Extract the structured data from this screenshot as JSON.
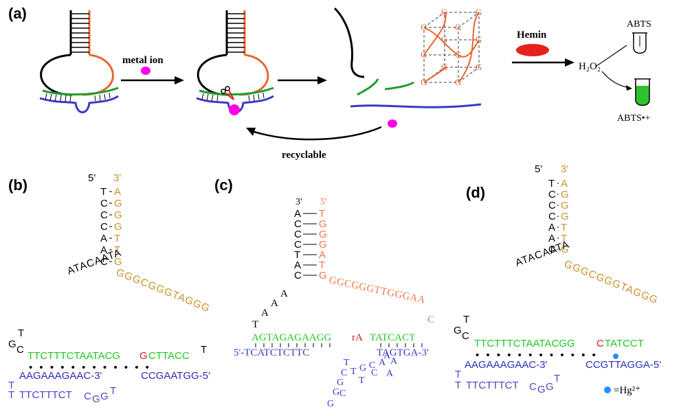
{
  "colors": {
    "black": "#000000",
    "orange_strand": "#e8652f",
    "green_strand": "#1e9e2e",
    "blue_strand": "#3b39c8",
    "magenta_ion": "#ff00e6",
    "hemin_red": "#e8201c",
    "gold_text": "#c8922a",
    "bright_green_text": "#22c722",
    "navy_text": "#2d2db8",
    "purple_text": "#5a3cc7",
    "hg_dot": "#1e90ff",
    "cleavage_red": "#d21f1f",
    "salmon_text": "#f07a4a"
  },
  "panel_a": {
    "label": "(a)",
    "metal_ion": "metal ion",
    "recyclable": "recyclable",
    "hemin": "Hemin",
    "h2o2": "H₂O₂",
    "abts": "ABTS",
    "abts_radical": "ABTS•+",
    "g": "G"
  },
  "panel_b": {
    "label": "(b)",
    "left_prime": "5'",
    "right_prime": "3'",
    "stem_left": [
      "T",
      "C",
      "C",
      "C",
      "A",
      "A",
      "C"
    ],
    "stem_right": [
      "A",
      "G",
      "G",
      "G",
      "T",
      "T",
      "G"
    ],
    "loop_left": "ATACAATA",
    "loop_right": "GGGCGGGTAGGG",
    "tg": [
      "T",
      "G",
      "C"
    ],
    "green_strand": "TTCTTTCTAATACG",
    "red_g": "G",
    "green_strand_end": "CTTACC",
    "t_end": "T",
    "blue_left": "AAGAAAGAAC-3'",
    "blue_right": "CCGAATGG-5'",
    "purple_loop": "TTCTTTCT",
    "purple_tail": [
      "C",
      "G",
      "G",
      "T"
    ],
    "tt": [
      "T",
      "T"
    ]
  },
  "panel_c": {
    "label": "(c)",
    "left_prime": "3'",
    "right_prime": "5'",
    "stem_left": [
      "A",
      "C",
      "C",
      "C",
      "T",
      "A",
      "C"
    ],
    "stem_right": [
      "T",
      "G",
      "G",
      "G",
      "A",
      "T",
      "G"
    ],
    "loop_left": [
      "A",
      "A",
      "A"
    ],
    "t": "T",
    "loop_right": "GGCGGGTTGGGAA",
    "c_end": "C",
    "green_left": "AGTAGAGAAGG",
    "ra": "rA",
    "green_right": "TATCACT",
    "blue_left": "5'-TCATCTCTTC",
    "blue_right": "TAGTGA-3'",
    "loop_letters": [
      "T",
      "C",
      "T",
      "G",
      "C",
      "A",
      "G",
      "C",
      "G",
      "T",
      "C",
      "A",
      "A",
      "G",
      "A"
    ]
  },
  "panel_d": {
    "label": "(d)",
    "left_prime": "5'",
    "right_prime": "3'",
    "stem_left": [
      "T",
      "C",
      "C",
      "C",
      "A",
      "A",
      "C"
    ],
    "stem_right": [
      "A",
      "G",
      "G",
      "G",
      "T",
      "T",
      "G"
    ],
    "loop_left": "ATACAATA",
    "loop_right": "GGGCGGGTAGGG",
    "tg": [
      "T",
      "G",
      "C"
    ],
    "green_strand": "TTCTTTCTAATACGG",
    "red_c": "C",
    "green_strand_end": "TATCCT",
    "blue_left": "AAGAAAGAAC-3'",
    "blue_right": "CCGTTAGGA-5'",
    "purple_loop": "TTCTTTCT",
    "purple_tail": [
      "C",
      "G",
      "G",
      "T"
    ],
    "tt": [
      "T",
      "T"
    ],
    "hg_legend": "=Hg²⁺"
  }
}
